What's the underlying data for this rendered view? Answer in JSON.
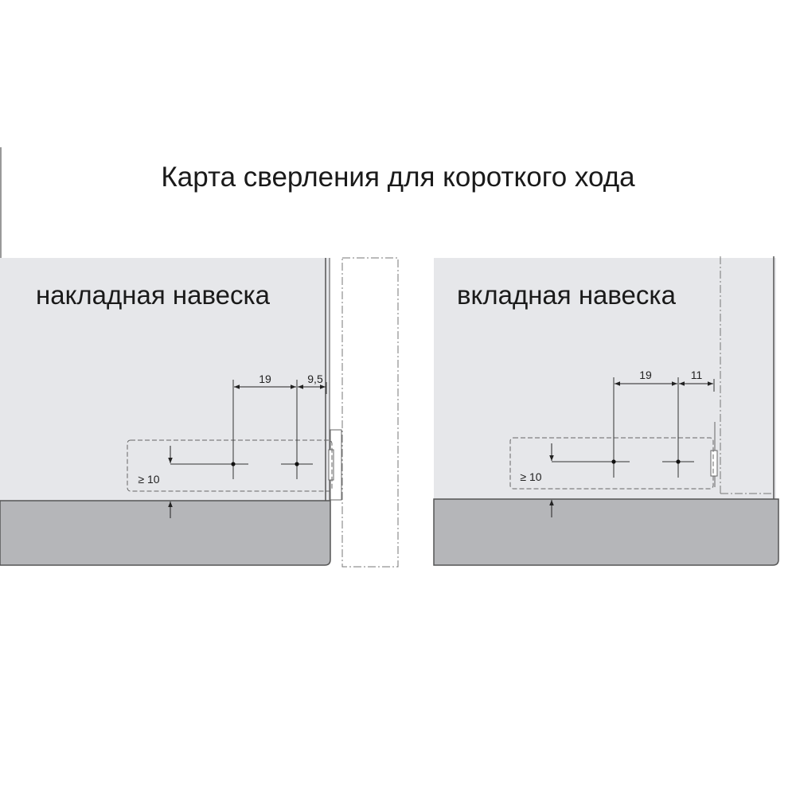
{
  "title": "Карта сверления для короткого хода",
  "panels": [
    {
      "label": "накладная навеска",
      "dim_hole_spacing": "19",
      "dim_edge_offset": "9,5",
      "dim_min_height": "≥ 10"
    },
    {
      "label": "вкладная навеска",
      "dim_hole_spacing": "19",
      "dim_edge_offset": "11",
      "dim_min_height": "≥ 10"
    }
  ]
}
